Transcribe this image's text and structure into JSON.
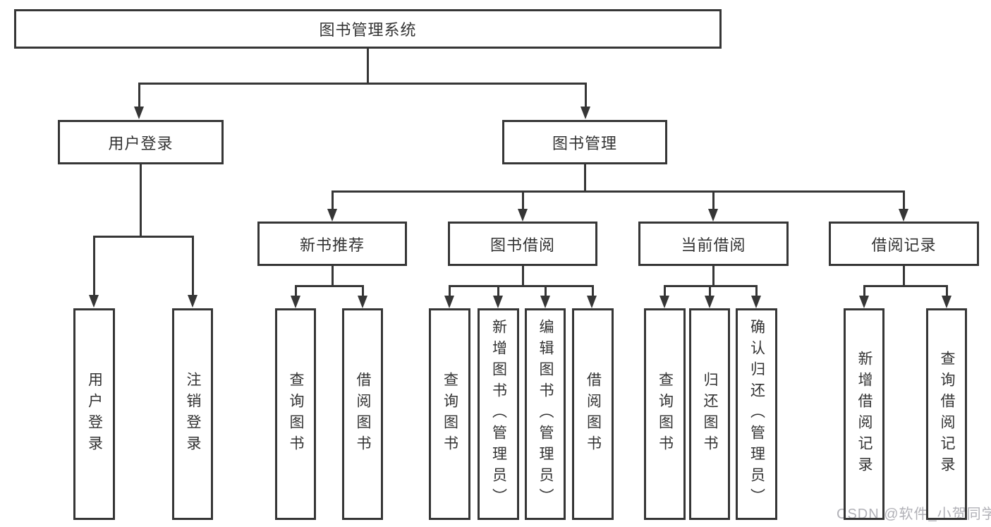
{
  "tree": {
    "root": "图书管理系统",
    "branches": [
      {
        "label": "用户登录",
        "children": [
          "用户登录",
          "注销登录"
        ]
      },
      {
        "label": "图书管理",
        "children": [
          {
            "label": "新书推荐",
            "children": [
              "查询图书",
              "借阅图书"
            ]
          },
          {
            "label": "图书借阅",
            "children": [
              "查询图书",
              "新增图书（管理员）",
              "编辑图书（管理员）",
              "借阅图书"
            ]
          },
          {
            "label": "当前借阅",
            "children": [
              "查询图书",
              "归还图书",
              "确认归还（管理员）"
            ]
          },
          {
            "label": "借阅记录",
            "children": [
              "新增借阅记录",
              "查询借阅记录"
            ]
          }
        ]
      }
    ]
  },
  "watermark": "CSDN @软件_小贺同学",
  "colors": {
    "line": "#363636",
    "box_border": "#363636",
    "text": "#333333",
    "watermark": "#b1b1b7",
    "background": "#ffffff"
  }
}
